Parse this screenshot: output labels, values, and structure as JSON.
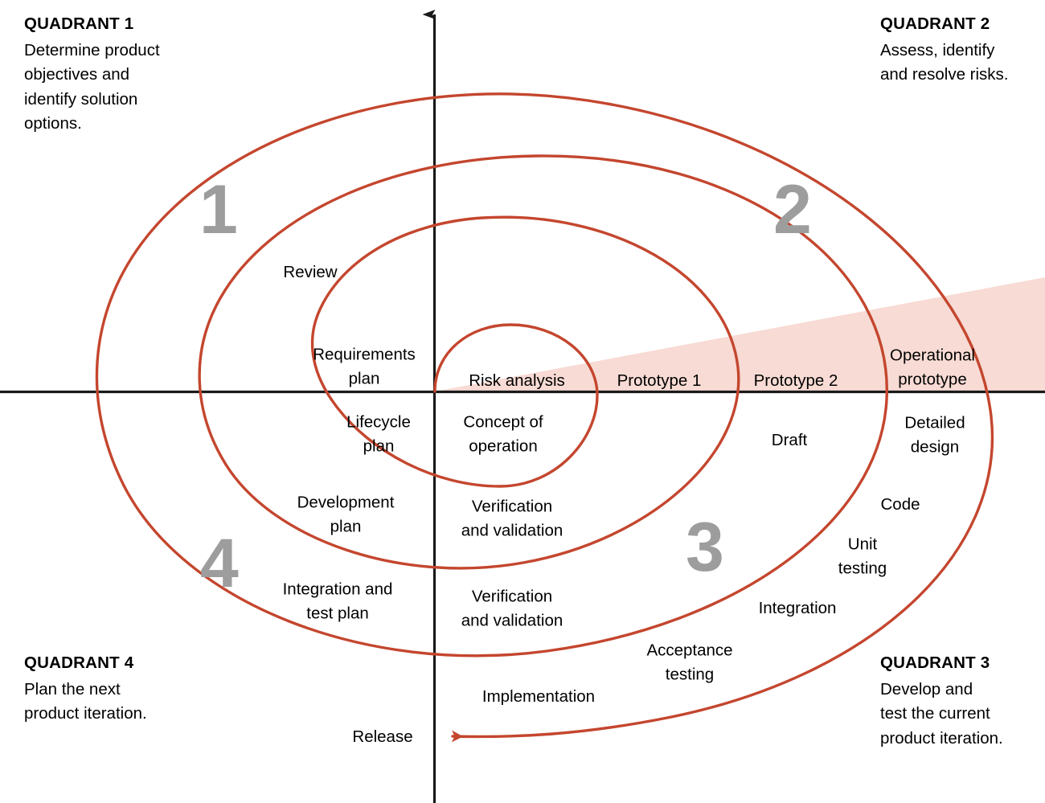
{
  "diagram": {
    "title": "Spiral model of the software process",
    "colors": {
      "spiral": "#c4462e",
      "axis": "#1a1a1a",
      "wedge": "#f7dbd4",
      "quadrant_number": "#9d9d9d",
      "text": "#000000",
      "background": "#ffffff"
    }
  },
  "quadrants": [
    {
      "id": "quadrant-1",
      "title": "QUADRANT 1",
      "body": "Determine product\nobjectives and\nidentify solution\noptions.",
      "number": "1"
    },
    {
      "id": "quadrant-2",
      "title": "QUADRANT 2",
      "body": "Assess, identify\nand resolve risks.",
      "number": "2"
    },
    {
      "id": "quadrant-3",
      "title": "QUADRANT 3",
      "body": "Develop and\ntest the current\nproduct iteration.",
      "number": "3"
    },
    {
      "id": "quadrant-4",
      "title": "QUADRANT 4",
      "body": "Plan the next\nproduct iteration.",
      "number": "4"
    }
  ],
  "stage_labels": [
    {
      "id": "review",
      "text": "Review"
    },
    {
      "id": "requirements-plan",
      "text": "Requirements\nplan"
    },
    {
      "id": "lifecycle-plan",
      "text": "Lifecycle\nplan"
    },
    {
      "id": "development-plan",
      "text": "Development\nplan"
    },
    {
      "id": "integration-and-test-plan",
      "text": "Integration and\ntest plan"
    },
    {
      "id": "risk-analysis",
      "text": "Risk analysis"
    },
    {
      "id": "prototype-1",
      "text": "Prototype 1"
    },
    {
      "id": "prototype-2",
      "text": "Prototype 2"
    },
    {
      "id": "operational-prototype",
      "text": "Operational\nprototype"
    },
    {
      "id": "concept-of-operation",
      "text": "Concept of\noperation"
    },
    {
      "id": "draft",
      "text": "Draft"
    },
    {
      "id": "detailed-design",
      "text": "Detailed\ndesign"
    },
    {
      "id": "verification-and-validation-1",
      "text": "Verification\nand validation"
    },
    {
      "id": "verification-and-validation-2",
      "text": "Verification\nand validation"
    },
    {
      "id": "code",
      "text": "Code"
    },
    {
      "id": "unit-testing",
      "text": "Unit\ntesting"
    },
    {
      "id": "integration",
      "text": "Integration"
    },
    {
      "id": "acceptance-testing",
      "text": "Acceptance\ntesting"
    },
    {
      "id": "implementation",
      "text": "Implementation"
    },
    {
      "id": "release",
      "text": "Release"
    }
  ]
}
